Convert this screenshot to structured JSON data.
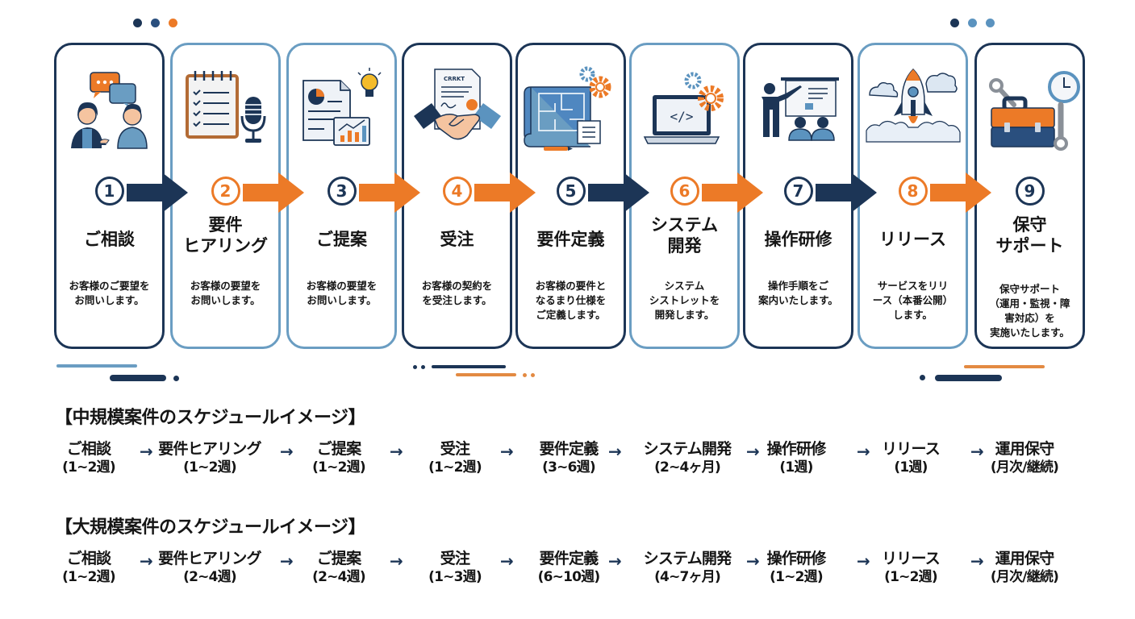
{
  "colors": {
    "navy": "#1c3556",
    "light_blue": "#6a9dc2",
    "orange": "#ec7a27",
    "text": "#151515"
  },
  "process": {
    "steps": [
      {
        "number": "1",
        "title": "ご相談",
        "description": "お客様のご要望を\nお問いします。",
        "icon": "consultation-icon",
        "number_style": "navy",
        "border": "navy",
        "arrow_color": "navy"
      },
      {
        "number": "2",
        "title": "要件\nヒアリング",
        "description": "お客様の要望を\nお問いします。",
        "icon": "checklist-microphone-icon",
        "number_style": "orange",
        "border": "light",
        "arrow_color": "orange"
      },
      {
        "number": "3",
        "title": "ご提案",
        "description": "お客様の要望を\nお問いします。",
        "icon": "proposal-document-icon",
        "number_style": "navy",
        "border": "light",
        "arrow_color": "orange"
      },
      {
        "number": "4",
        "title": "受注",
        "description": "お客様の契約を\nを受注します。",
        "icon": "handshake-contract-icon",
        "number_style": "orange",
        "border": "navy",
        "arrow_color": "orange"
      },
      {
        "number": "5",
        "title": "要件定義",
        "description": "お客様の要件と\nなるまり仕様を\nご定義します。",
        "icon": "blueprint-gears-icon",
        "number_style": "navy",
        "border": "navy",
        "arrow_color": "navy"
      },
      {
        "number": "6",
        "title": "システム\n開発",
        "description": "システム\nシストレットを\n開発します。",
        "icon": "laptop-code-icon",
        "number_style": "orange",
        "border": "light",
        "arrow_color": "orange"
      },
      {
        "number": "7",
        "title": "操作研修",
        "description": "操作手順をご\n案内いたします。",
        "icon": "training-presentation-icon",
        "number_style": "navy",
        "border": "navy",
        "arrow_color": "navy"
      },
      {
        "number": "8",
        "title": "リリース",
        "description": "サービスをリリ\nース（本番公開）\nします。",
        "icon": "rocket-launch-icon",
        "number_style": "orange",
        "border": "light",
        "arrow_color": "orange"
      },
      {
        "number": "9",
        "title": "保守\nサポート",
        "description": "保守サポート\n（運用・監視・障\n害対応）を\n実施いたします。",
        "icon": "toolbox-clock-icon",
        "number_style": "navy",
        "border": "navy",
        "arrow_color": null
      }
    ],
    "contract_label": "CRRKT"
  },
  "schedules": [
    {
      "title": "【中規模案件のスケジュールイメージ】",
      "steps": [
        {
          "name": "ご相談",
          "duration": "(1~2週)"
        },
        {
          "name": "要件ヒアリング",
          "duration": "(1~2週)"
        },
        {
          "name": "ご提案",
          "duration": "(1~2週)"
        },
        {
          "name": "受注",
          "duration": "(1~2週)"
        },
        {
          "name": "要件定義",
          "duration": "(3~6週)"
        },
        {
          "name": "システム開発",
          "duration": "(2~4ヶ月)"
        },
        {
          "name": "操作研修",
          "duration": "(1週)"
        },
        {
          "name": "リリース",
          "duration": "(1週)"
        },
        {
          "name": "運用保守",
          "duration": "(月次/継続)"
        }
      ],
      "arrow": "→"
    },
    {
      "title": "【大規模案件のスケジュールイメージ】",
      "steps": [
        {
          "name": "ご相談",
          "duration": "(1~2週)"
        },
        {
          "name": "要件ヒアリング",
          "duration": "(2~4週)"
        },
        {
          "name": "ご提案",
          "duration": "(2~4週)"
        },
        {
          "name": "受注",
          "duration": "(1~3週)"
        },
        {
          "name": "要件定義",
          "duration": "(6~10週)"
        },
        {
          "name": "システム開発",
          "duration": "(4~7ヶ月)"
        },
        {
          "name": "操作研修",
          "duration": "(1~2週)"
        },
        {
          "name": "リリース",
          "duration": "(1~2週)"
        },
        {
          "name": "運用保守",
          "duration": "(月次/継続)"
        }
      ],
      "arrow": "→"
    }
  ]
}
